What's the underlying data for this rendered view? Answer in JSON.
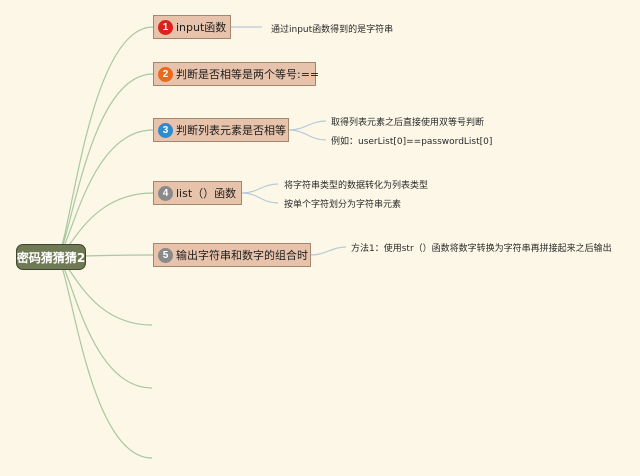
{
  "root": {
    "label": "密码猜猜猜2"
  },
  "topics": [
    {
      "id": 1,
      "number": "1",
      "label": "input函数",
      "badge_color": "#d9241c",
      "notes": [
        "通过input函数得到的是字符串"
      ]
    },
    {
      "id": 2,
      "number": "2",
      "label": "判断是否相等是两个等号:==",
      "badge_color": "#e96a1f",
      "notes": []
    },
    {
      "id": 3,
      "number": "3",
      "label": "判断列表元素是否相等",
      "badge_color": "#2d8ccc",
      "notes": [
        "取得列表元素之后直接使用双等号判断",
        "例如：userList[0]==passwordList[0]"
      ]
    },
    {
      "id": 4,
      "number": "4",
      "label": "list（）函数",
      "badge_color": "#8a8a8a",
      "notes": [
        "将字符串类型的数据转化为列表类型",
        "按单个字符划分为字符串元素"
      ]
    },
    {
      "id": 5,
      "number": "5",
      "label": "输出字符串和数字的组合时",
      "badge_color": "#8a8a8a",
      "notes": [
        "方法1：使用str（）函数将数字转换为字符串再拼接起来之后输出"
      ]
    }
  ],
  "colors": {
    "branch_line": "#a9c8a0",
    "note_line": "#b8c9d8"
  }
}
